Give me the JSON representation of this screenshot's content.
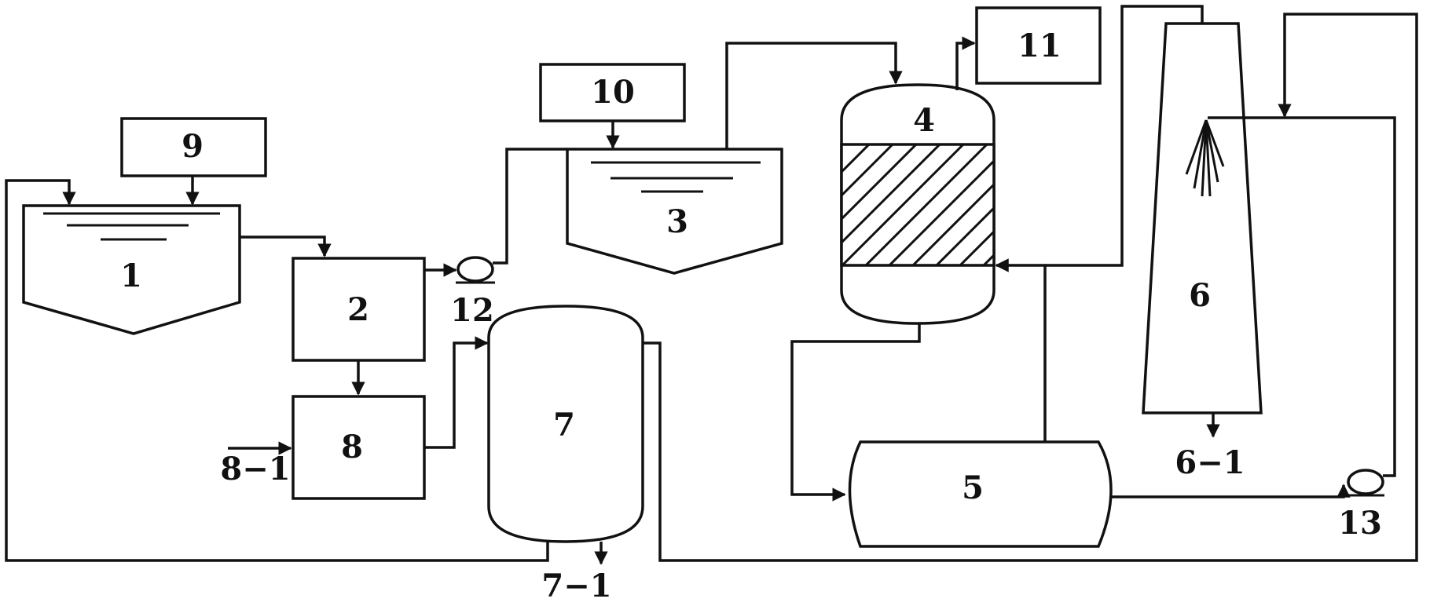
{
  "units": {
    "u1": {
      "label": "1"
    },
    "u2": {
      "label": "2"
    },
    "u3": {
      "label": "3"
    },
    "u4": {
      "label": "4"
    },
    "u5": {
      "label": "5"
    },
    "u6": {
      "label": "6"
    },
    "u7": {
      "label": "7"
    },
    "u8": {
      "label": "8"
    },
    "u9": {
      "label": "9"
    },
    "u10": {
      "label": "10"
    },
    "u11": {
      "label": "11"
    },
    "u12": {
      "label": "12"
    },
    "u13": {
      "label": "13"
    }
  },
  "streams": {
    "s6_1": "6−1",
    "s7_1": "7−1",
    "s8_1": "8−1"
  }
}
